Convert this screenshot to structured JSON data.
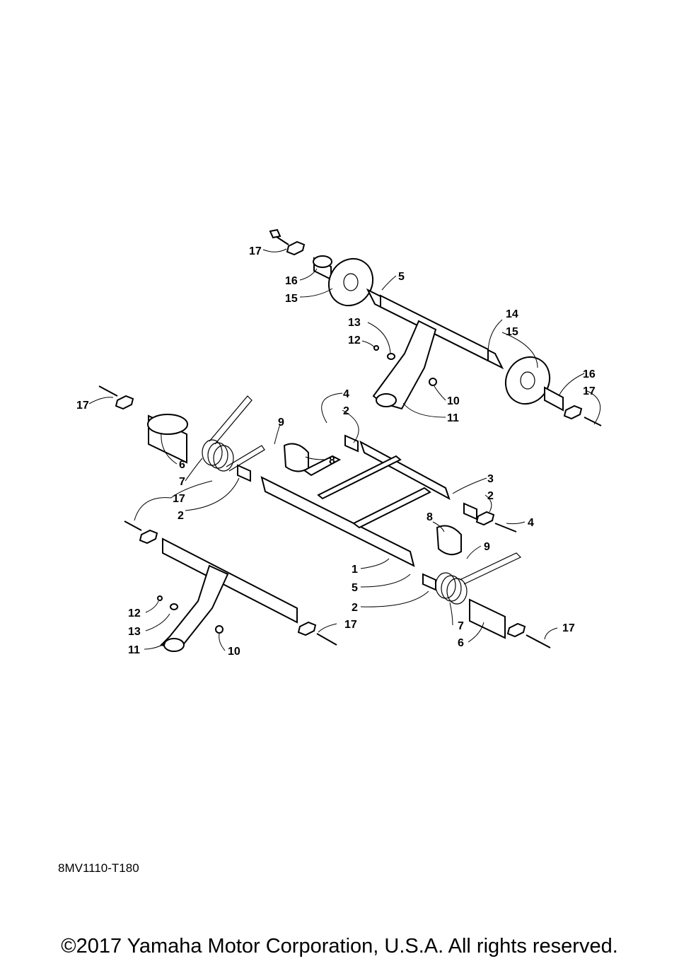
{
  "diagram": {
    "callouts": [
      "17",
      "16",
      "15",
      "5",
      "14",
      "15",
      "13",
      "12",
      "16",
      "17",
      "10",
      "11",
      "17",
      "4",
      "2",
      "9",
      "6",
      "7",
      "8",
      "17",
      "2",
      "3",
      "2",
      "4",
      "8",
      "9",
      "1",
      "5",
      "2",
      "12",
      "13",
      "11",
      "10",
      "17",
      "7",
      "6",
      "17"
    ]
  },
  "footer": {
    "drawing_code": "8MV1110-T180",
    "copyright": "©2017 Yamaha Motor Corporation, U.S.A. All rights reserved."
  }
}
